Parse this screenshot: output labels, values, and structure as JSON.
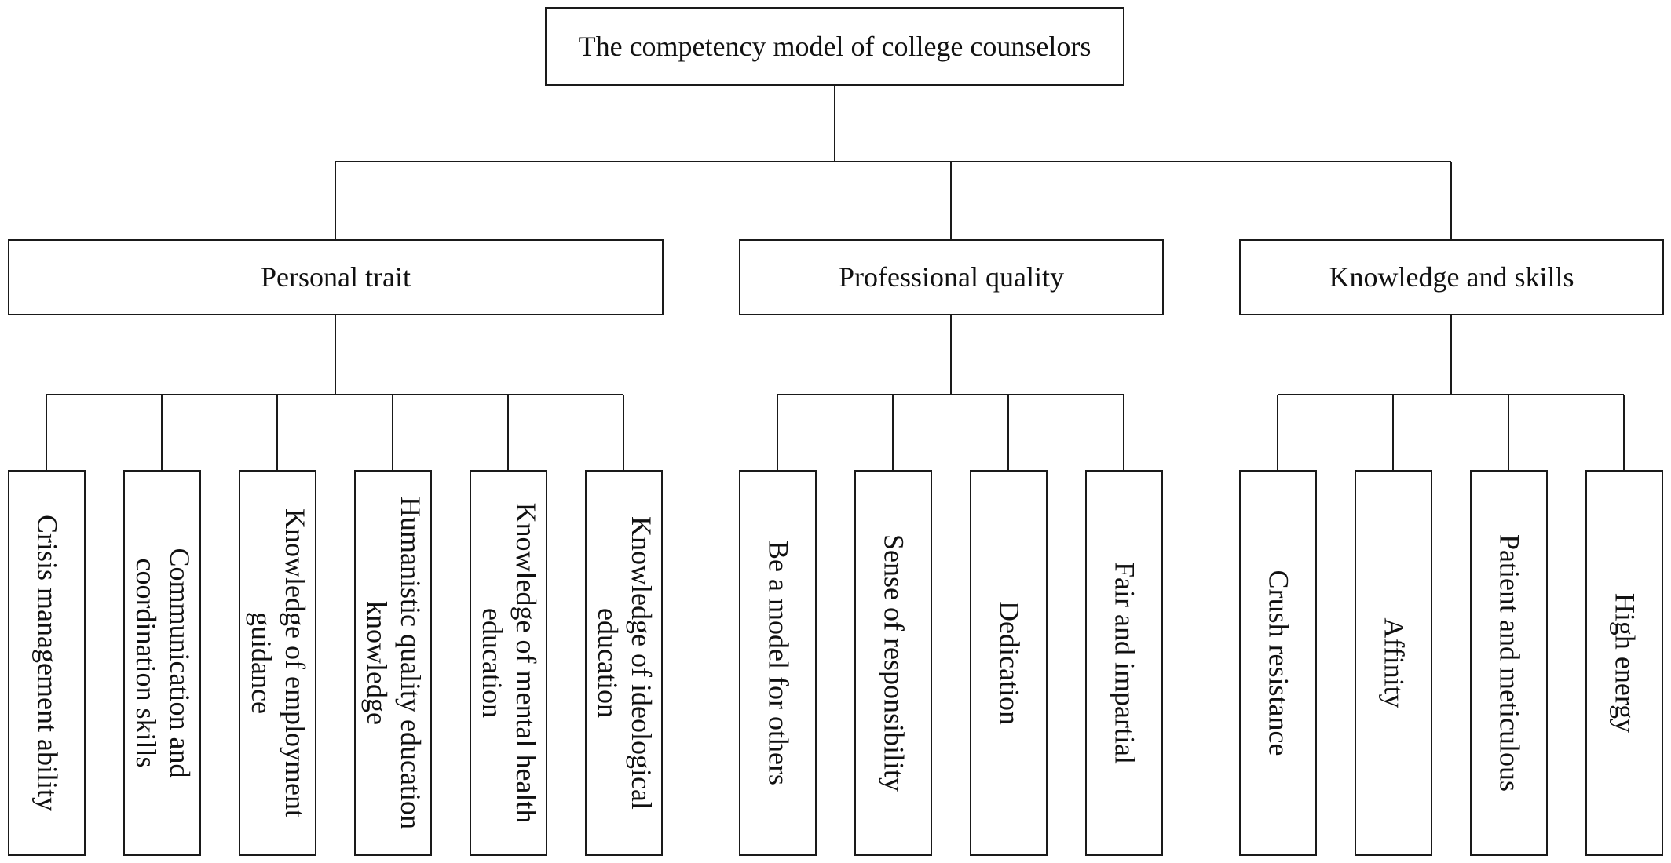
{
  "root": {
    "label": "The competency model of college counselors"
  },
  "categories": [
    {
      "label": "Personal trait",
      "items": [
        "Crisis management ability",
        "Communication and coordination skills",
        "Knowledge of employment guidance",
        "Humanistic quality education knowledge",
        "Knowledge of mental health education",
        "Knowledge of ideological education"
      ]
    },
    {
      "label": "Professional quality",
      "items": [
        "Be a model for others",
        "Sense of responsibility",
        "Dedication",
        "Fair and impartial"
      ]
    },
    {
      "label": "Knowledge and skills",
      "items": [
        "Crush resistance",
        "Affinity",
        "Patient and meticulous",
        "High energy"
      ]
    }
  ]
}
